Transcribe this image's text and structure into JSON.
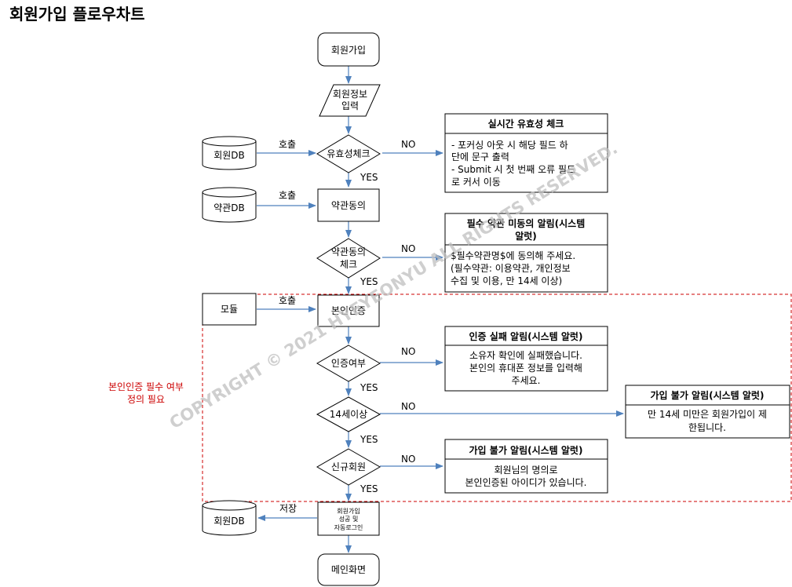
{
  "title": "회원가입 플로우차트",
  "watermark": "COPYRIGHT © 2021 HYEYEONYU ALL RIGHTS RESERVED.",
  "colors": {
    "line": "#4f81bd",
    "box": "#000000",
    "dashed": "#cc0000",
    "note": "#cc0000",
    "fill": "#ffffff",
    "watermark": "#bfbfbf"
  },
  "nodes": {
    "start": "회원가입",
    "input": [
      "회원정보",
      "입력"
    ],
    "validity": "유효성체크",
    "terms": "약관동의",
    "terms_check": [
      "약관동의",
      "체크"
    ],
    "identity": "본인인증",
    "identity_check": "인증여부",
    "age_check": "14세이상",
    "new_member": "신규회원",
    "complete": [
      "회원가입",
      "성공 및",
      "자동로그인"
    ],
    "main": "메인화면"
  },
  "side": {
    "member_db_1": "회원DB",
    "terms_db": "약관DB",
    "module": "모듈",
    "member_db_2": "회원DB"
  },
  "labels": {
    "call": "호출",
    "save": "저장",
    "yes": "YES",
    "no": "NO"
  },
  "note": [
    "본인인증 필수 여부",
    "정의 필요"
  ],
  "info_boxes": {
    "realtime": {
      "title": "실시간 유효성 체크",
      "lines": [
        "- 포커싱 아웃 시 해당 필드 하",
        "단에 문구 출력",
        "- Submit 시 첫 번째 오류 필드",
        "로 커서 이동"
      ]
    },
    "terms_alert": {
      "title": [
        "필수 약관 미동의 알림(시스템",
        "알럿)"
      ],
      "lines": [
        "$필수약관명$에 동의해 주세요.",
        "(필수약관: 이용약관, 개인정보",
        "수집 및 이용, 만 14세 이상)"
      ]
    },
    "auth_fail": {
      "title": "인증 실패 알림(시스템 알럿)",
      "lines": [
        "소유자 확인에 실패했습니다.",
        "본인의 휴대폰 정보를 입력해",
        "주세요."
      ]
    },
    "age_fail": {
      "title": "가입 불가 알림(시스템 알럿)",
      "lines": [
        "만 14세 미만은 회원가입이 제",
        "한됩니다."
      ]
    },
    "dup_fail": {
      "title": "가입 불가 알림(시스템 알럿)",
      "lines": [
        "회원님의 명의로",
        "본인인증된 아이디가 있습니다."
      ]
    }
  }
}
